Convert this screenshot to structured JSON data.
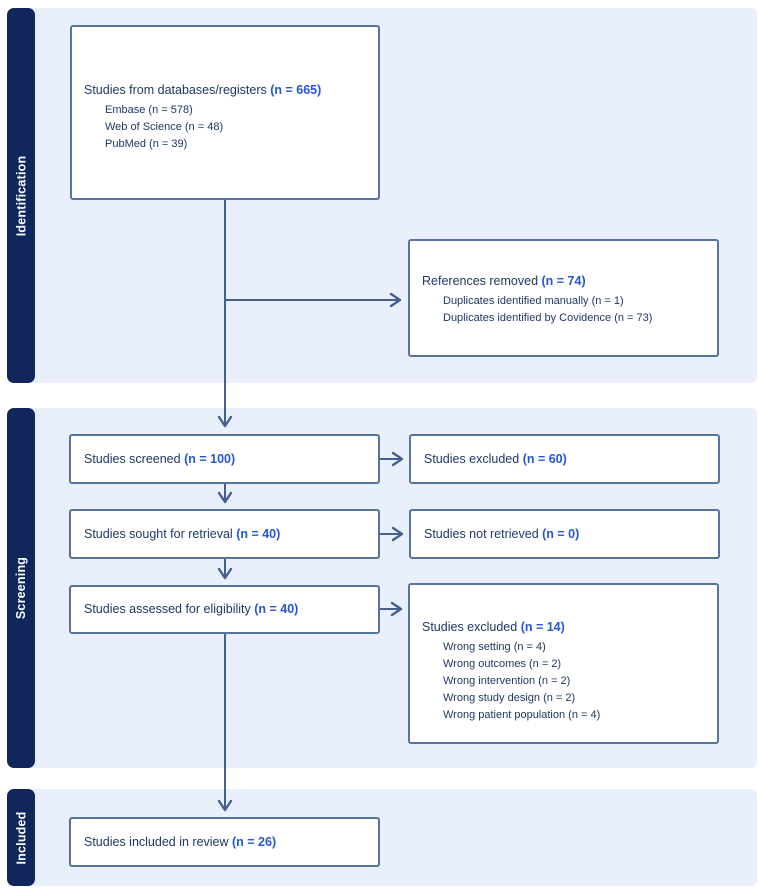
{
  "colors": {
    "page_bg": "#ffffff",
    "panel_bg": "#eaf0fb",
    "sidebar_bar": "#12265e",
    "sidebar_text": "#ffffff",
    "box_bg": "#ffffff",
    "box_border": "#56749e",
    "arrow": "#44608f",
    "text": "#1f3864",
    "accent": "#2456d8"
  },
  "sidebar": {
    "identification": "Identification",
    "screening": "Screening",
    "included": "Included"
  },
  "boxes": {
    "databases": {
      "title": "Studies from databases/registers",
      "count": "(n = 665)",
      "items": [
        "Embase (n = 578)",
        "Web of Science (n = 48)",
        "PubMed (n = 39)"
      ]
    },
    "references_removed": {
      "title": "References removed",
      "count": "(n = 74)",
      "items": [
        "Duplicates identified manually (n = 1)",
        "Duplicates identified by Covidence (n = 73)"
      ]
    },
    "screened": {
      "title": "Studies screened",
      "count": "(n = 100)"
    },
    "excluded_screened": {
      "title": "Studies excluded",
      "count": "(n = 60)"
    },
    "sought": {
      "title": "Studies sought for retrieval",
      "count": "(n = 40)"
    },
    "not_retrieved": {
      "title": "Studies not retrieved",
      "count": "(n = 0)"
    },
    "assessed": {
      "title": "Studies assessed for eligibility",
      "count": "(n = 40)"
    },
    "excluded_eligibility": {
      "title": "Studies excluded",
      "count": "(n = 14)",
      "items": [
        "Wrong setting (n = 4)",
        "Wrong outcomes (n = 2)",
        "Wrong intervention (n = 2)",
        "Wrong study design (n = 2)",
        "Wrong patient population (n = 4)"
      ]
    },
    "included_review": {
      "title": "Studies included in review",
      "count": "(n = 26)"
    }
  }
}
